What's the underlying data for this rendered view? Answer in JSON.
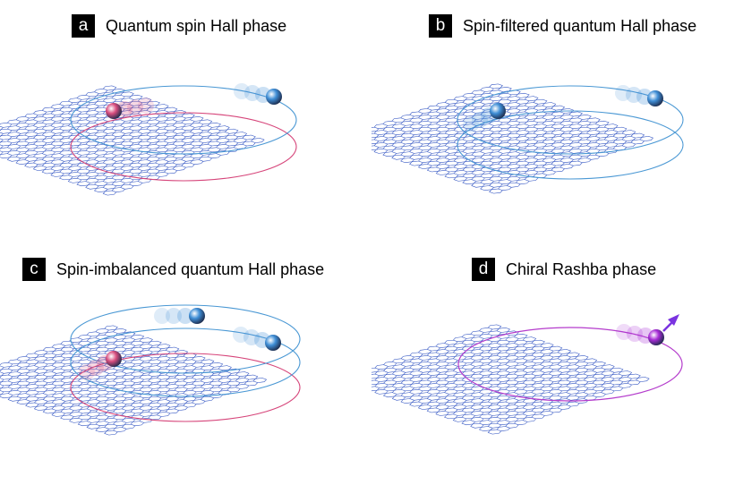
{
  "colors": {
    "lattice": "#2b4fc0",
    "spin_up_orbit": "#4a98d4",
    "spin_down_orbit": "#d6457a",
    "rashba_orbit": "#b43ccc",
    "spin_up_ball": "#3f8ed6",
    "spin_down_ball": "#d84d7e",
    "rashba_ball": "#a72bd6",
    "arrow": "#7a33e0"
  },
  "panels": [
    {
      "letter": "a",
      "title": "Quantum spin Hall phase",
      "icon": "two-spin-counter-orbit"
    },
    {
      "letter": "b",
      "title": "Spin-filtered quantum Hall phase",
      "icon": "two-spin-up-orbits"
    },
    {
      "letter": "c",
      "title": "Spin-imbalanced quantum Hall phase",
      "icon": "three-orbits"
    },
    {
      "letter": "d",
      "title": "Chiral Rashba phase",
      "icon": "single-rashba-orbit-arrow"
    }
  ]
}
